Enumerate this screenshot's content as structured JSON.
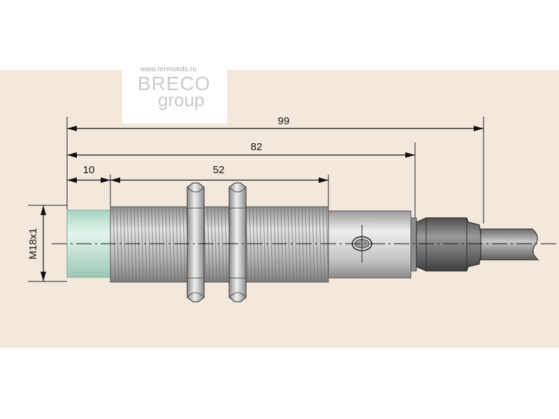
{
  "logo": {
    "url": "www.termoeds.ru",
    "brand": "BRECO",
    "sub": "group"
  },
  "dimensions": {
    "overall": "99",
    "body": "82",
    "thread": "52",
    "face": "10",
    "diameter": "M18x1"
  },
  "colors": {
    "background": "#f3e8dc",
    "sensing_face": "#c7e8d8",
    "thread": "#b9b9b9",
    "cable": "#7d7d7d"
  }
}
